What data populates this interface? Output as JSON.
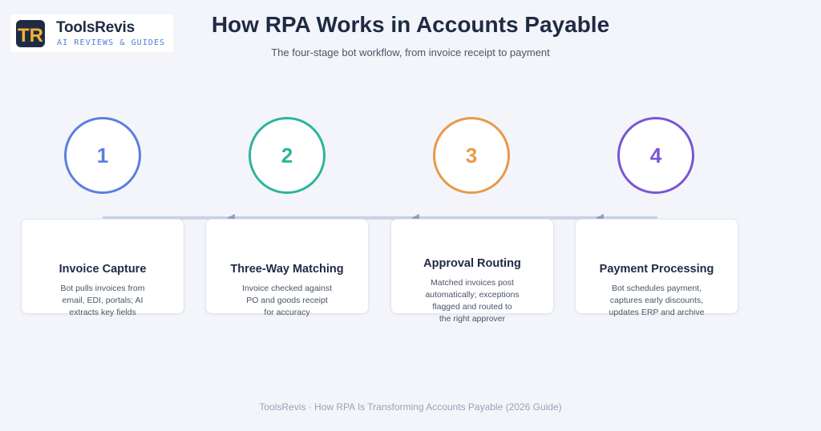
{
  "logo": {
    "name": "ToolsRevis",
    "tagline": "AI REVIEWS & GUIDES",
    "mark_letters": "TR"
  },
  "header": {
    "title": "How RPA Works in Accounts Payable",
    "subtitle": "The four-stage bot workflow, from invoice receipt to payment"
  },
  "steps": [
    {
      "number": "1",
      "title": "Invoice Capture",
      "desc": [
        "Bot pulls invoices from",
        "email, EDI, portals; AI",
        "extracts key fields"
      ],
      "color": "#5b7fe0"
    },
    {
      "number": "2",
      "title": "Three-Way Matching",
      "desc": [
        "Invoice checked against",
        "PO and goods receipt",
        "for accuracy"
      ],
      "color": "#2cb59a"
    },
    {
      "number": "3",
      "title": "Approval Routing",
      "desc": [
        "Matched invoices post",
        "automatically; exceptions",
        "flagged and routed to",
        "the right approver"
      ],
      "color": "#e8994a"
    },
    {
      "number": "4",
      "title": "Payment Processing",
      "desc": [
        "Bot schedules payment,",
        "captures early discounts,",
        "updates ERP and archive"
      ],
      "color": "#7a55d6"
    }
  ],
  "footer": {
    "text": "ToolsRevis · How RPA Is Transforming Accounts Payable (2026 Guide)"
  }
}
